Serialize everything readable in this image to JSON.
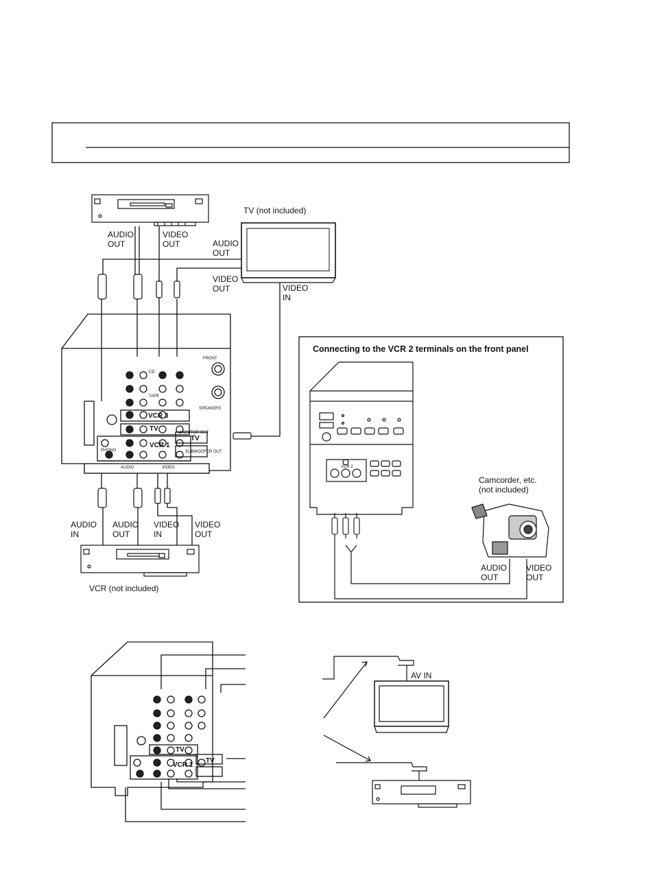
{
  "labels": {
    "tv_top": "TV (not included)",
    "vcr_top_audio_out": [
      "AUDIO",
      "OUT"
    ],
    "vcr_top_video_out": [
      "VIDEO",
      "OUT"
    ],
    "tv_audio_out": [
      "AUDIO",
      "OUT"
    ],
    "tv_video_out": [
      "VIDEO",
      "OUT"
    ],
    "tv_video_in": [
      "VIDEO",
      "IN"
    ],
    "vcr_bottom_audio_in": [
      "AUDIO",
      "IN"
    ],
    "vcr_bottom_audio_out": [
      "AUDIO",
      "OUT"
    ],
    "vcr_bottom_video_in": [
      "VIDEO",
      "IN"
    ],
    "vcr_bottom_video_out": [
      "VIDEO",
      "OUT"
    ],
    "vcr_bottom": "VCR (not included)",
    "inset_title": "Connecting to the VCR 2 terminals on the front panel",
    "camcorder": [
      "Camcorder, etc.",
      "(not included)"
    ],
    "cam_audio_out": [
      "AUDIO",
      "OUT"
    ],
    "cam_video_out": [
      "VIDEO",
      "OUT"
    ],
    "av_in": "AV IN"
  },
  "panel_labels": {
    "vcr3": "VCR 3",
    "tv": "TV",
    "vcr1": "VCR 1",
    "monitor_out_tv": "TV",
    "audio": "AUDIO",
    "video": "VIDEO",
    "cd": "CD",
    "phono": "PHONO",
    "tape": "TAPE",
    "front": "FRONT",
    "speakers": "SPEAKERS",
    "monitor_out": "MONITOR OUT",
    "subwoofer_out": "SUBWOOFER OUT",
    "vcr2": "VCR 2"
  }
}
